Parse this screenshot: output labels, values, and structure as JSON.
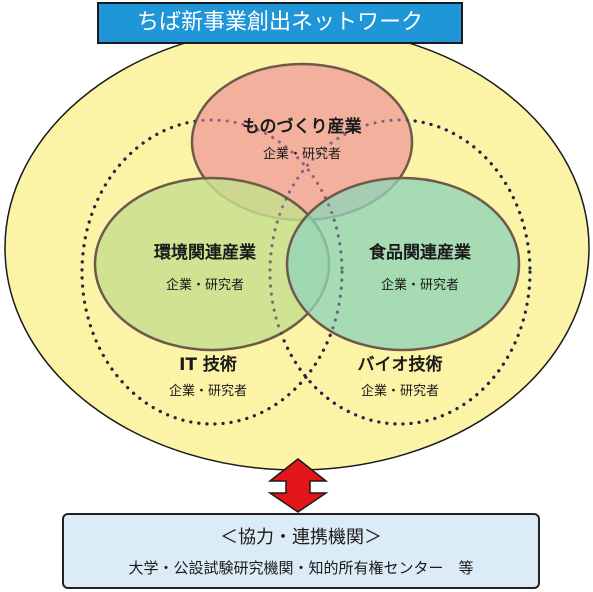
{
  "title": "ちば新事業創出ネットワーク",
  "circles": {
    "top": {
      "name": "ものづくり産業",
      "sub": "企業・研究者"
    },
    "left": {
      "name": "環境関連産業",
      "sub": "企業・研究者"
    },
    "right": {
      "name": "食品関連産業",
      "sub": "企業・研究者"
    }
  },
  "dotted": {
    "left": {
      "name": "IT 技術",
      "sub": "企業・研究者"
    },
    "right": {
      "name": "バイオ技術",
      "sub": "企業・研究者"
    }
  },
  "cooperation": {
    "title": "＜協力・連携機関＞",
    "text": "大学・公設試験研究機関・知的所有権センター　等"
  },
  "colors": {
    "background_ellipse": "#fbf3a6",
    "top_circle": "#f2aa9c",
    "left_circle": "#c6df8e",
    "right_circle": "#8fd3b8",
    "arrow": "#e3161a",
    "title_bg": "#1e96d8"
  }
}
